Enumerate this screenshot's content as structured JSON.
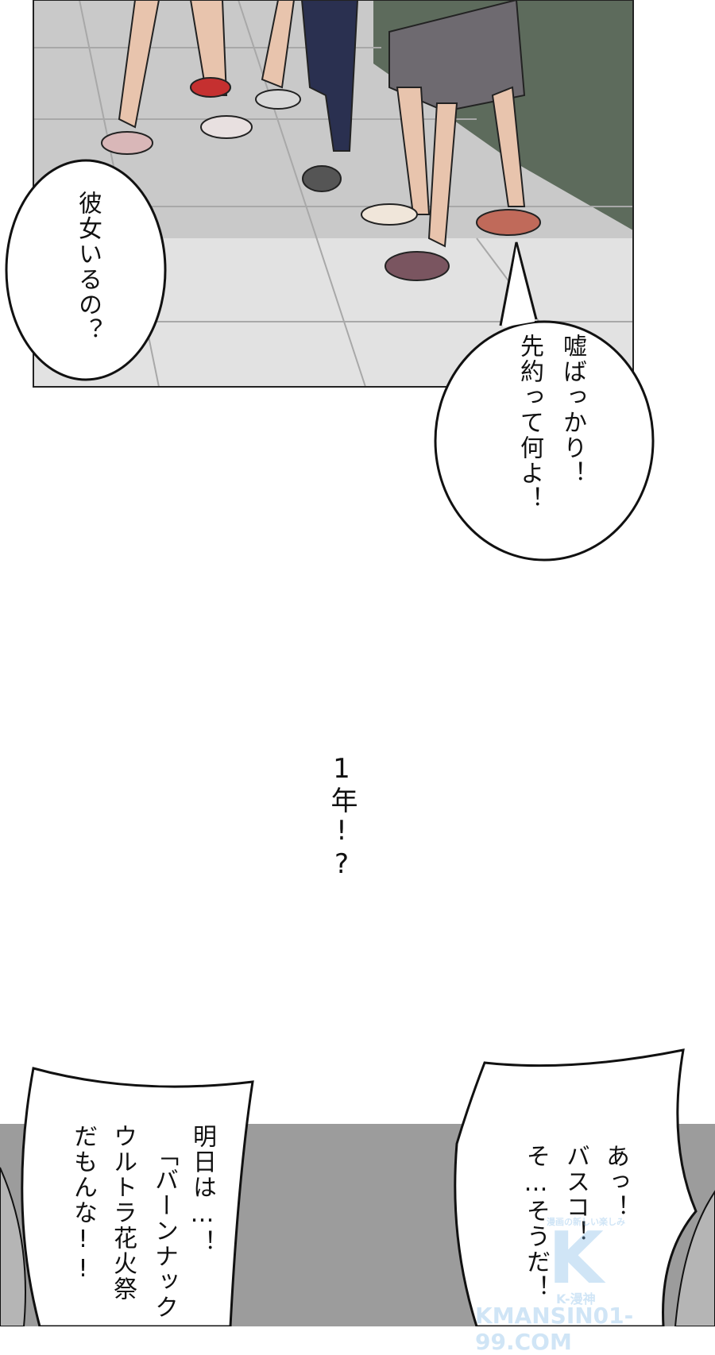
{
  "panels": {
    "top": {
      "bubble_left": {
        "text": "彼女いるの？"
      },
      "bubble_right": {
        "lines": [
          "嘘ばっかり！",
          "先約って何よ！"
        ]
      }
    },
    "middle": {
      "text": "1年!?"
    },
    "bottom": {
      "bubble_left": {
        "lines": [
          "明日は…！",
          "「バーンナック",
          "ウルトラ花火祭",
          "だもんな!!"
        ]
      },
      "bubble_right": {
        "lines": [
          "あっ！",
          "バスコ！",
          "そ…そうだ！"
        ]
      }
    }
  },
  "watermark": {
    "tagline": "漫画の新しい楽しみ",
    "logo": "K",
    "brand": "K-漫神",
    "site": "KMANSIN01-99.COM"
  },
  "colors": {
    "floor": "#c9c9c9",
    "wall": "#5d6b5c",
    "bottom_gray": "#9c9c9c"
  }
}
